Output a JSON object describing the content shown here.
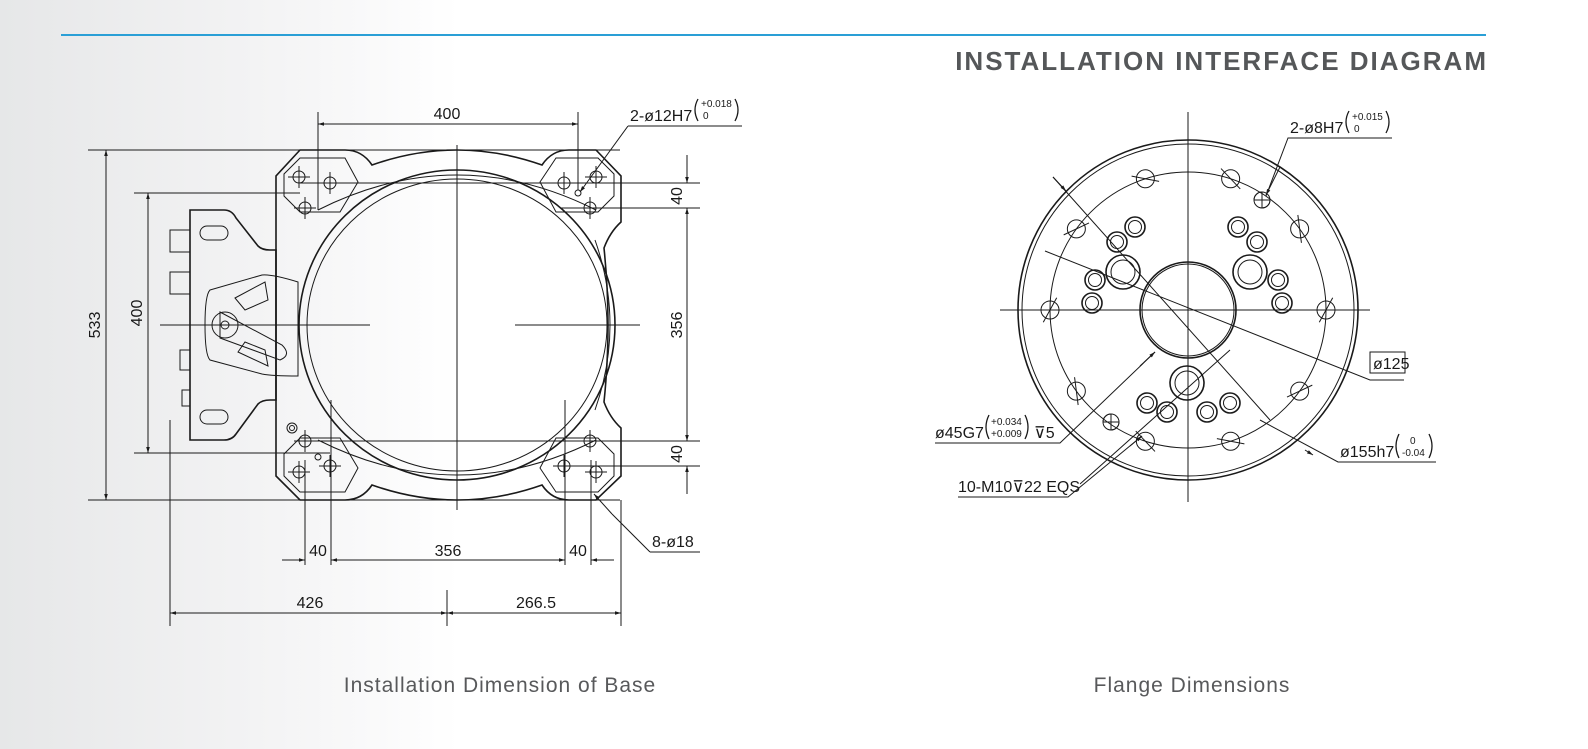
{
  "header": {
    "title": "INSTALLATION INTERFACE DIAGRAM",
    "accent_color": "#2a9fd6"
  },
  "base": {
    "caption": "Installation Dimension of Base",
    "dims": {
      "top_width": "400",
      "overall_height": "533",
      "inner_height": "400",
      "right_top_offset": "40",
      "right_span": "356",
      "right_bottom_offset": "40",
      "bottom_left_offset": "40",
      "bottom_span": "356",
      "bottom_right_offset": "40",
      "left_extent": "426",
      "right_extent": "266.5"
    },
    "pin_label": "2-ø12H7",
    "pin_tol_upper": "+0.018",
    "pin_tol_lower": "0",
    "hole_label": "8-ø18"
  },
  "flange": {
    "caption": "Flange Dimensions",
    "pin_label": "2-ø8H7",
    "pin_tol_upper": "+0.015",
    "pin_tol_lower": "0",
    "pitch_diameter": "ø125",
    "bore_label": "ø45G7",
    "bore_tol_upper": "+0.034",
    "bore_tol_lower": "+0.009",
    "bore_depth": "⊽5",
    "outer_label": "ø155h7",
    "outer_tol_upper": "0",
    "outer_tol_lower": "-0.04",
    "thread_label": "10-M10⊽22 EQS"
  }
}
